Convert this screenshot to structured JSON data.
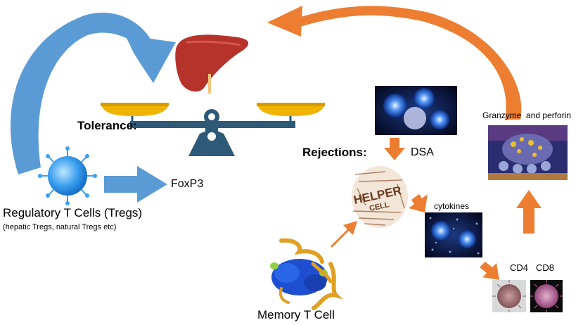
{
  "labels": {
    "tolerance": "Tolerance:",
    "rejections": "Rejections:",
    "dsa": "DSA",
    "foxp3": "FoxP3",
    "tregs": "Regulatory T Cells (Tregs)",
    "tregs_examples": "(hepatic Tregs, natural Tregs etc)",
    "cytokines": "cytokines",
    "granzyme": "Granzyme  and perforin",
    "cd4": "CD4",
    "cd8": "CD8",
    "memory_t_cell": "Memory T Cell"
  },
  "word_cloud": {
    "main": "HELPER",
    "sub": "CELL"
  },
  "colors": {
    "blue_arrow": "#5b9bd5",
    "orange_arrow": "#ed7d31",
    "liver": "#b5332a",
    "scale_body": "#2e5a78",
    "scale_pan": "#f0b400",
    "dark_image": "#0a1030"
  }
}
